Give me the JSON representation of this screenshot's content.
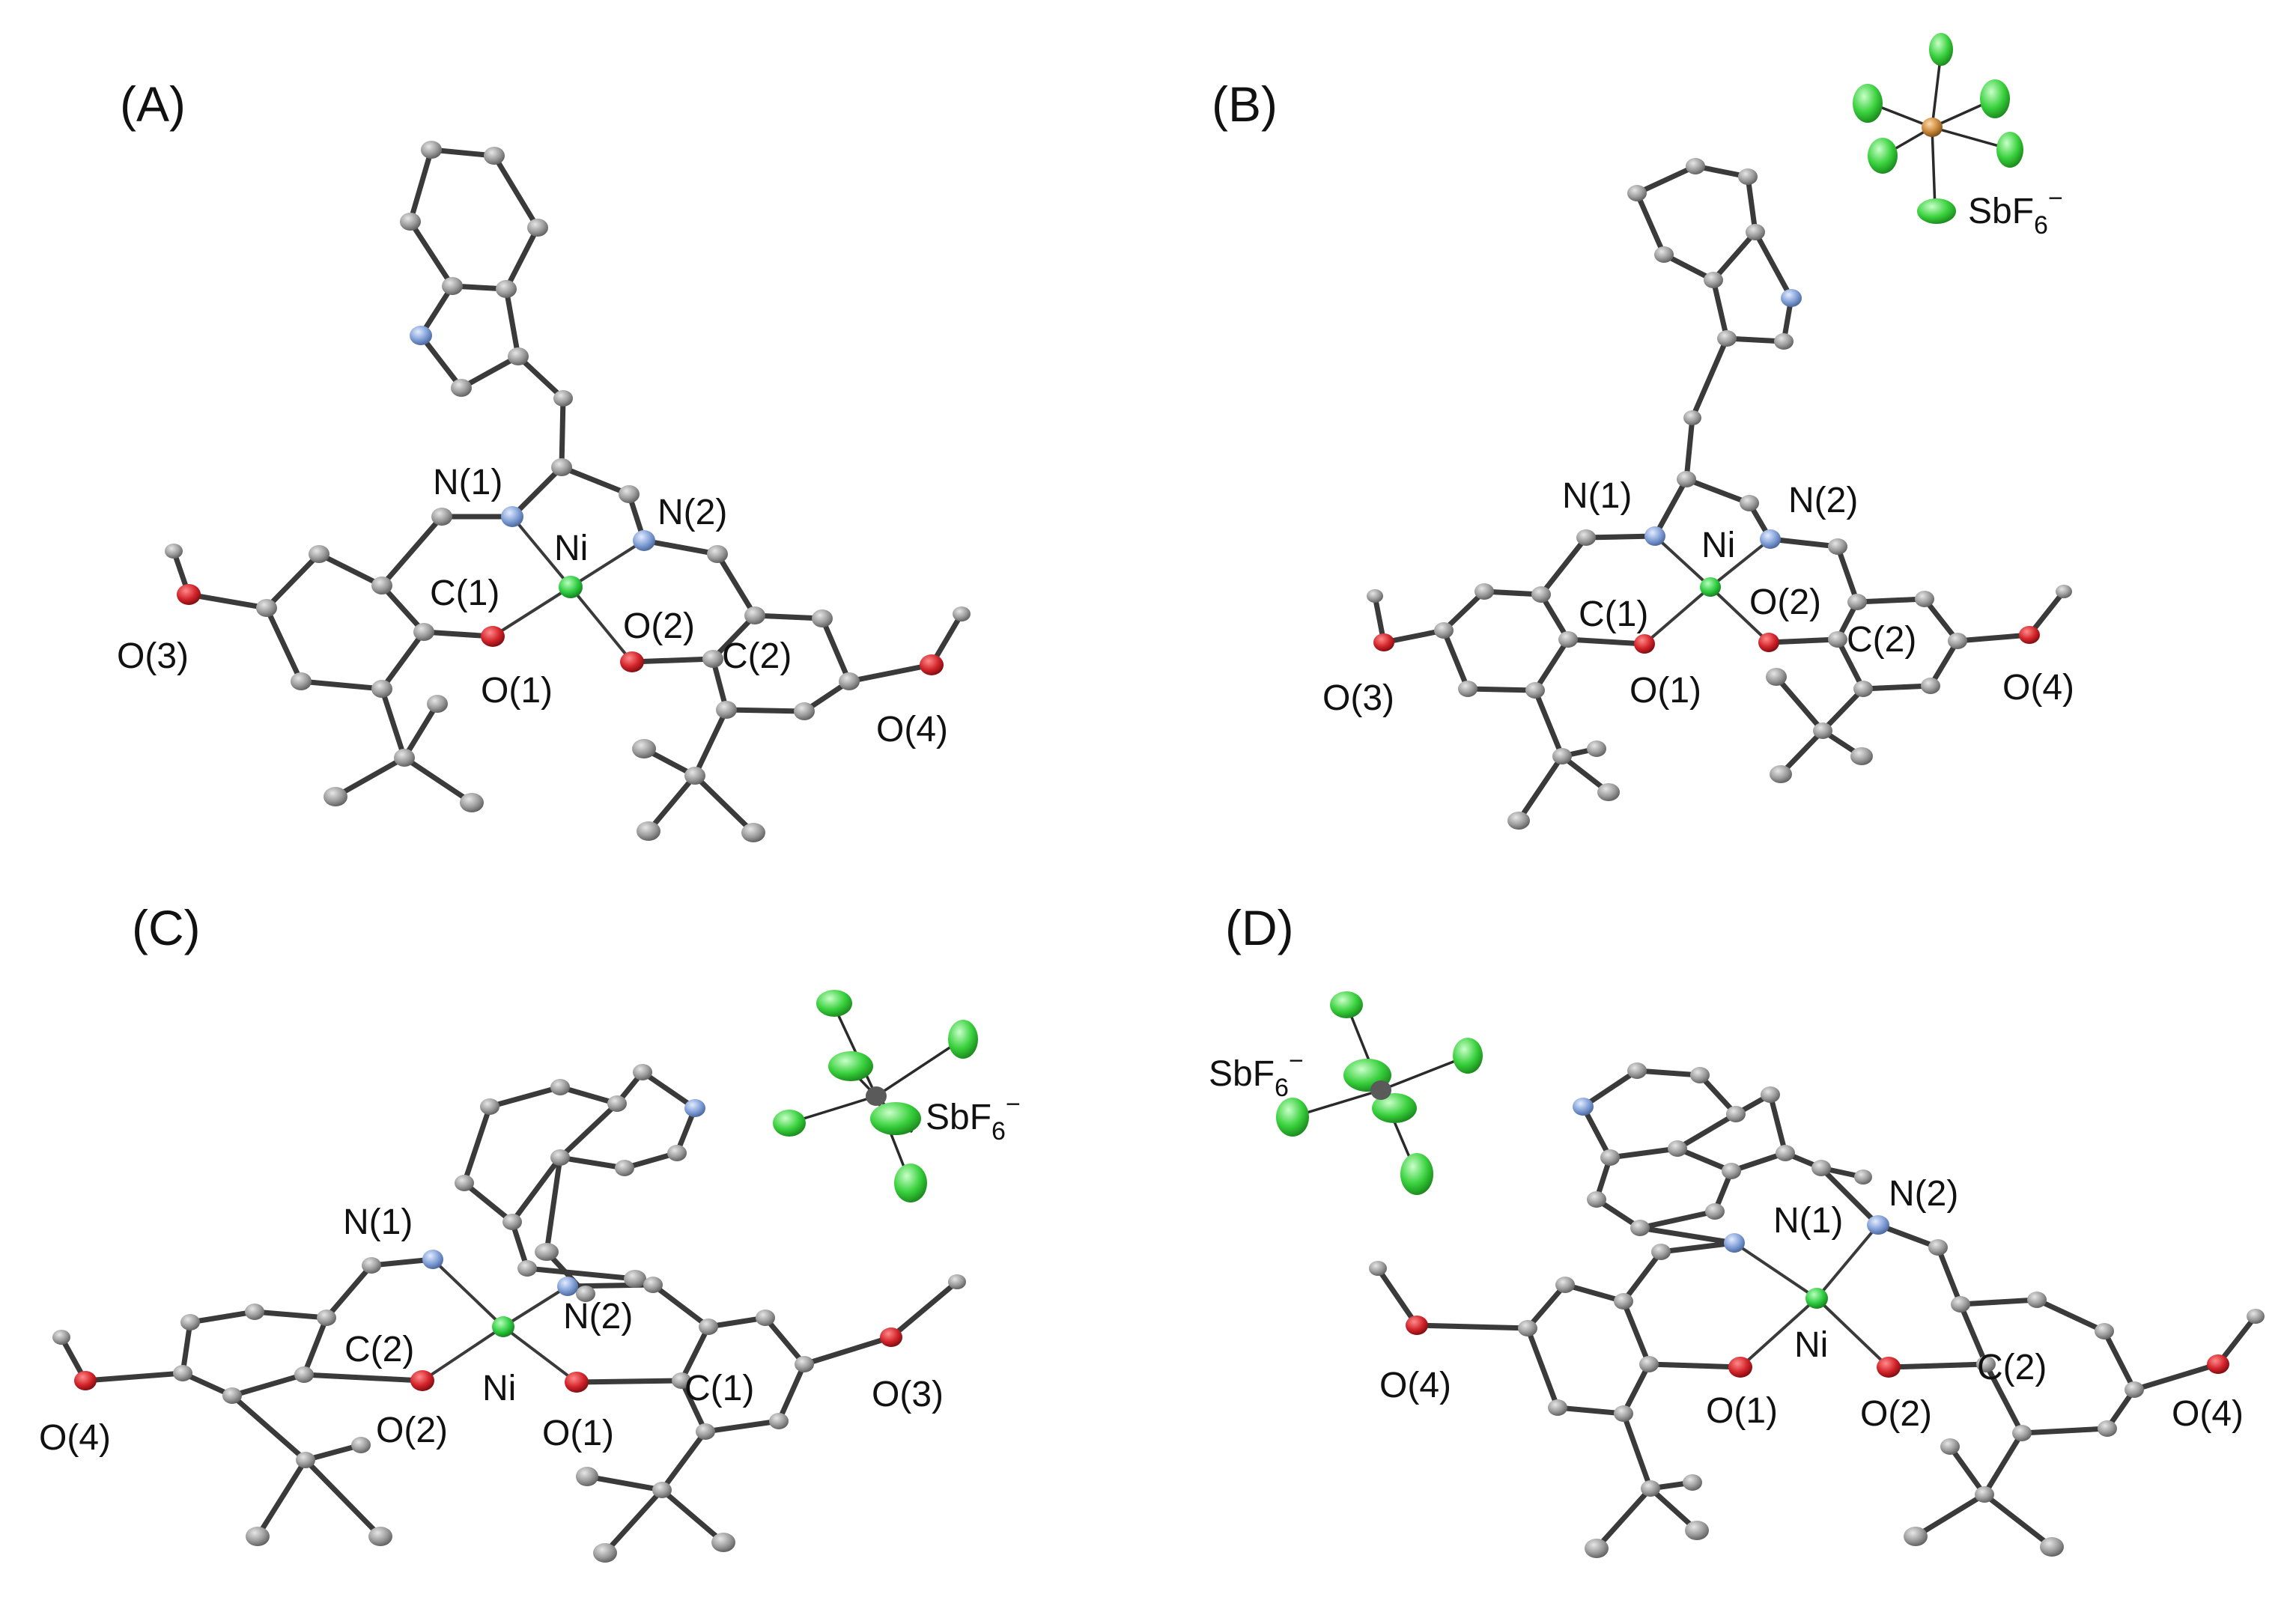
{
  "panels": [
    {
      "tag": "(A)",
      "labels": {
        "n1": "N(1)",
        "n2": "N(2)",
        "ni": "Ni",
        "c1": "C(1)",
        "c2": "C(2)",
        "o1": "O(1)",
        "o2": "O(2)",
        "o3": "O(3)",
        "o4": "O(4)"
      }
    },
    {
      "tag": "(B)",
      "labels": {
        "n1": "N(1)",
        "n2": "N(2)",
        "ni": "Ni",
        "c1": "C(1)",
        "c2": "C(2)",
        "o1": "O(1)",
        "o2": "O(2)",
        "o3": "O(3)",
        "o4": "O(4)"
      },
      "anion": {
        "base": "SbF",
        "sub": "6",
        "sup": "−"
      }
    },
    {
      "tag": "(C)",
      "labels": {
        "n1": "N(1)",
        "n2": "N(2)",
        "ni": "Ni",
        "c1": "C(1)",
        "c2": "C(2)",
        "o1": "O(1)",
        "o2": "O(2)",
        "o3": "O(3)",
        "o4": "O(4)"
      },
      "anion": {
        "base": "SbF",
        "sub": "6",
        "sup": "−"
      }
    },
    {
      "tag": "(D)",
      "labels": {
        "n1": "N(1)",
        "n2": "N(2)",
        "ni": "Ni",
        "c2": "C(2)",
        "o1": "O(1)",
        "o2": "O(2)",
        "o4_left": "O(4)",
        "o4_right": "O(4)"
      },
      "anion": {
        "base": "SbF",
        "sub": "6",
        "sup": "−"
      }
    }
  ],
  "colors": {
    "carbon": "#9b9b9b",
    "oxygen": "#d2232a",
    "nitrogen": "#7f9ed6",
    "nickel": "#2ecc40",
    "fluorine": "#39d13d",
    "antimony": "#c8873a"
  }
}
